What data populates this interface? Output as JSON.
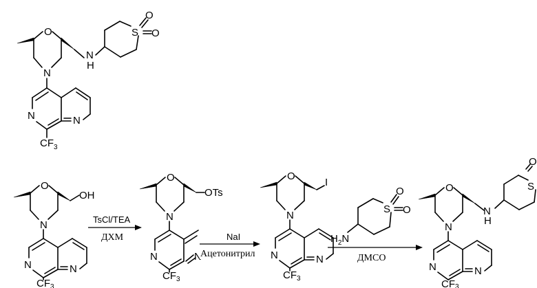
{
  "atoms": {
    "O": "O",
    "N": "N",
    "S": "S",
    "NH": "N",
    "H": "H",
    "OH": "OH",
    "OTs": "OTs",
    "I": "I",
    "CF": "CF",
    "three": "3",
    "H2": "H",
    "two": "2"
  },
  "reagents": {
    "step1_above": "TsCl/TEA",
    "step1_below": "ДХМ",
    "step2_above": "NaI",
    "step2_below": "Ацетонитрил",
    "step3_below": "ДМСО"
  }
}
